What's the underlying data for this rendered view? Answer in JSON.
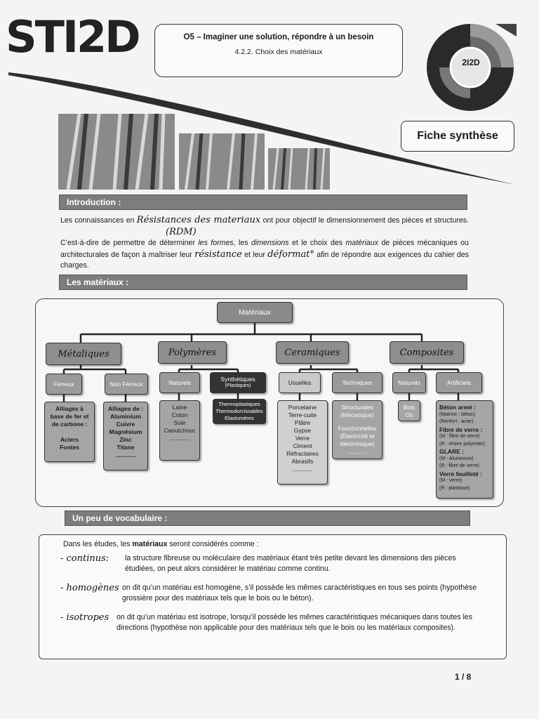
{
  "header": {
    "logo": "STI2D",
    "title_line1": "O5 – Imaginer une solution, répondre à un besoin",
    "title_line2": "4.2.2. Choix des matériaux",
    "badge": "2I2D",
    "fiche": "Fiche synthèse"
  },
  "sections": {
    "introduction": "Introduction :",
    "materiaux": "Les matériaux :",
    "vocabulaire": "Un peu de vocabulaire :"
  },
  "intro": {
    "p1_a": "Les connaissances en",
    "p1_hand": "Résistances des materiaux",
    "p1_b": "ont pour objectif le dimensionnement des pièces et structures.",
    "p1_hand2": "(RDM)",
    "p2_a": "C’est-à-dire de permettre de déterminer",
    "p2_formes": "les formes",
    "p2_b": ", les",
    "p2_dimensions": "dimensions",
    "p2_c": "et le choix des",
    "p2_materiaux": "matériaux",
    "p2_d": "de pièces mécaniques ou architecturales de façon à maîtriser leur",
    "p2_hand1": "résistance",
    "p2_e": "et leur",
    "p2_hand2": "déformat°",
    "p2_f": "afin de répondre aux exigences du cahier des charges."
  },
  "diagram": {
    "root": "Matériaux",
    "categories": [
      "Métaliques",
      "Polymères",
      "Ceramiques",
      "Composites"
    ],
    "metal": {
      "sub": [
        "Ferreux",
        "Non Ferreux"
      ],
      "ferreux_items": [
        "Alliages à",
        "base de fer et",
        "de carbone :",
        "",
        "Aciers",
        "Fontes"
      ],
      "nonferreux_items": [
        "Alliages de :",
        "Aluminium",
        "Cuivre",
        "Magnésium",
        "Zinc",
        "Titane",
        "............"
      ]
    },
    "poly": {
      "naturels": "Naturels",
      "synth": "Synthétiques",
      "synth_sub": "(Plastiques)",
      "naturels_items": [
        "Laine",
        "Coton",
        "Soie",
        "Caoutchouc",
        "............"
      ],
      "synth_items": [
        "Thermoplastiques",
        "Thermodurcissables",
        "Elastomères"
      ]
    },
    "cera": {
      "usuelles": "Usuelles",
      "techniques": "Techniques",
      "usuelles_items": [
        "Porcelaine",
        "Terre-cuite",
        "Plâtre",
        "Gypse",
        "Verre",
        "Ciment",
        "Réfractaires",
        "Abrasifs",
        "............"
      ],
      "tech_items": [
        "Structurales",
        "(Mécanique)",
        "",
        "Fonctionnelles",
        "(Électricité et",
        "électronique)",
        "............"
      ]
    },
    "compo": {
      "naturels": "Naturels",
      "artificiels": "Artificiels",
      "naturels_items": [
        "Bois",
        "Os"
      ],
      "artificiels_items": [
        {
          "t": "Béton armé :",
          "b": true
        },
        {
          "t": "(Matrice : béton)",
          "b": false
        },
        {
          "t": "(Renfort : acier)",
          "b": false
        },
        {
          "t": "Fibre de verre :",
          "b": true
        },
        {
          "t": "(M : fibre de verre)",
          "b": false
        },
        {
          "t": "(R : résine polyester)",
          "b": false
        },
        {
          "t": "GLARE :",
          "b": true
        },
        {
          "t": "(M : Aluminium)",
          "b": false
        },
        {
          "t": "(R : fibre de verre)",
          "b": false
        },
        {
          "t": "Verre feuilleté :",
          "b": true
        },
        {
          "t": "(M : verre)",
          "b": false
        },
        {
          "t": "(R : plastique)",
          "b": false
        }
      ]
    }
  },
  "vocab": {
    "intro_a": "Dans les études, les",
    "intro_b": "matériaux",
    "intro_c": "seront considérés comme :",
    "items": [
      {
        "hand": "continus:",
        "text": "la structure fibreuse ou moléculaire des matériaux étant très petite devant les dimensions des pièces étudiées, on peut alors considérer le matériau comme continu."
      },
      {
        "hand": "homogènes",
        "text": "on dit qu’un matériau est homogène, s’il possède les mêmes caractéristiques en tous ses points (hypothèse grossière pour des matériaux tels que le bois ou le béton)."
      },
      {
        "hand": "isotropes",
        "text": "on dit qu’un matériau est isotrope, lorsqu’il possède les mêmes caractéristiques mécaniques dans toutes les directions (hypothèse non applicable pour des matériaux tels que le bois ou les matériaux composites)."
      }
    ]
  },
  "page": "1 / 8"
}
